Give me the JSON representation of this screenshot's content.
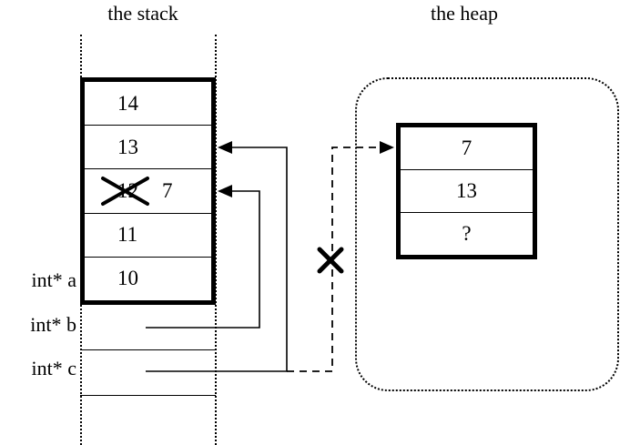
{
  "titles": {
    "stack": "the stack",
    "heap": "the heap"
  },
  "stack": {
    "cells": [
      "14",
      "13",
      "12",
      "11",
      "10"
    ],
    "replacement_value": "7",
    "var_labels": [
      "int* a",
      "int* b",
      "int* c"
    ]
  },
  "heap": {
    "cells": [
      "7",
      "13",
      "?"
    ]
  }
}
